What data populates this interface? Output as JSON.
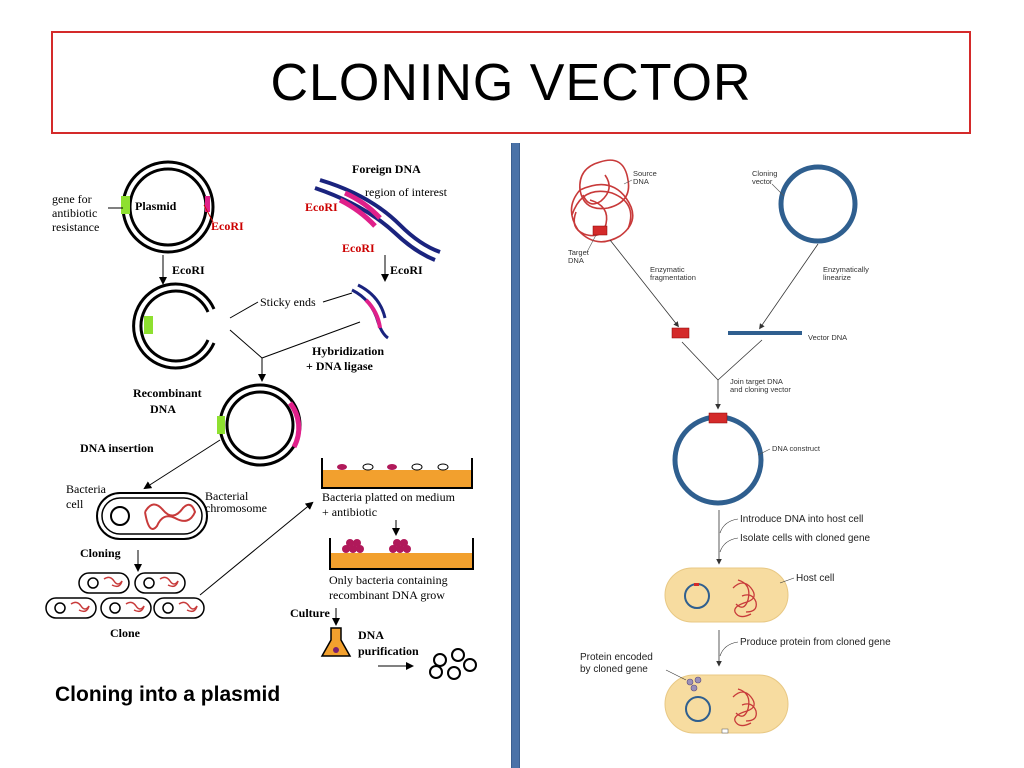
{
  "title": "CLONING VECTOR",
  "left_panel": {
    "plasmid": "Plasmid",
    "gene_for": "gene for",
    "antibiotic": "antibiotic",
    "resistance": "resistance",
    "ecori_1": "EcoRI",
    "ecori_arrow_1": "EcoRI",
    "foreign_dna": "Foreign DNA",
    "region_of_interest": "region of interest",
    "ecori_2": "EcoRI",
    "ecori_3": "EcoRI",
    "ecori_arrow_2": "EcoRI",
    "sticky_ends": "Sticky ends",
    "hybridization": "Hybridization",
    "dna_ligase": "+ DNA ligase",
    "recombinant": "Recombinant",
    "recombinant_dna": "DNA",
    "dna_insertion": "DNA insertion",
    "bacteria": "Bacteria",
    "cell": "cell",
    "bacterial": "Bacterial",
    "chromosome": "chromosome",
    "cloning": "Cloning",
    "clone": "Clone",
    "plated_1": "Bacteria platted on medium",
    "plated_2": "+ antibiotic",
    "only_1": "Only bacteria containing",
    "only_2": "recombinant DNA grow",
    "culture": "Culture",
    "dna_pur_1": "DNA",
    "dna_pur_2": "purification",
    "caption": "Cloning into a plasmid"
  },
  "right_panel": {
    "source_dna_1": "Source",
    "source_dna_2": "DNA",
    "cloning_vector_1": "Cloning",
    "cloning_vector_2": "vector",
    "target_dna_1": "Target",
    "target_dna_2": "DNA",
    "enz_frag_1": "Enzymatic",
    "enz_frag_2": "fragmentation",
    "enz_lin_1": "Enzymatically",
    "enz_lin_2": "linearize",
    "vector_dna": "Vector DNA",
    "join_1": "Join target DNA",
    "join_2": "and cloning vector",
    "dna_construct": "DNA construct",
    "introduce": "Introduce DNA into host cell",
    "isolate": "Isolate cells with cloned gene",
    "host_cell": "Host cell",
    "produce": "Produce protein from cloned gene",
    "protein_1": "Protein encoded",
    "protein_2": "by cloned gene"
  },
  "colors": {
    "title_border": "#d42a2a",
    "divider": "#4a72a8",
    "vector_blue": "#2f5f8f",
    "dna_red": "#c83a3a",
    "cell_fill": "#f7dca0",
    "medium_orange": "#f2a02e",
    "pink": "#e0208a",
    "green": "#8ee030"
  }
}
